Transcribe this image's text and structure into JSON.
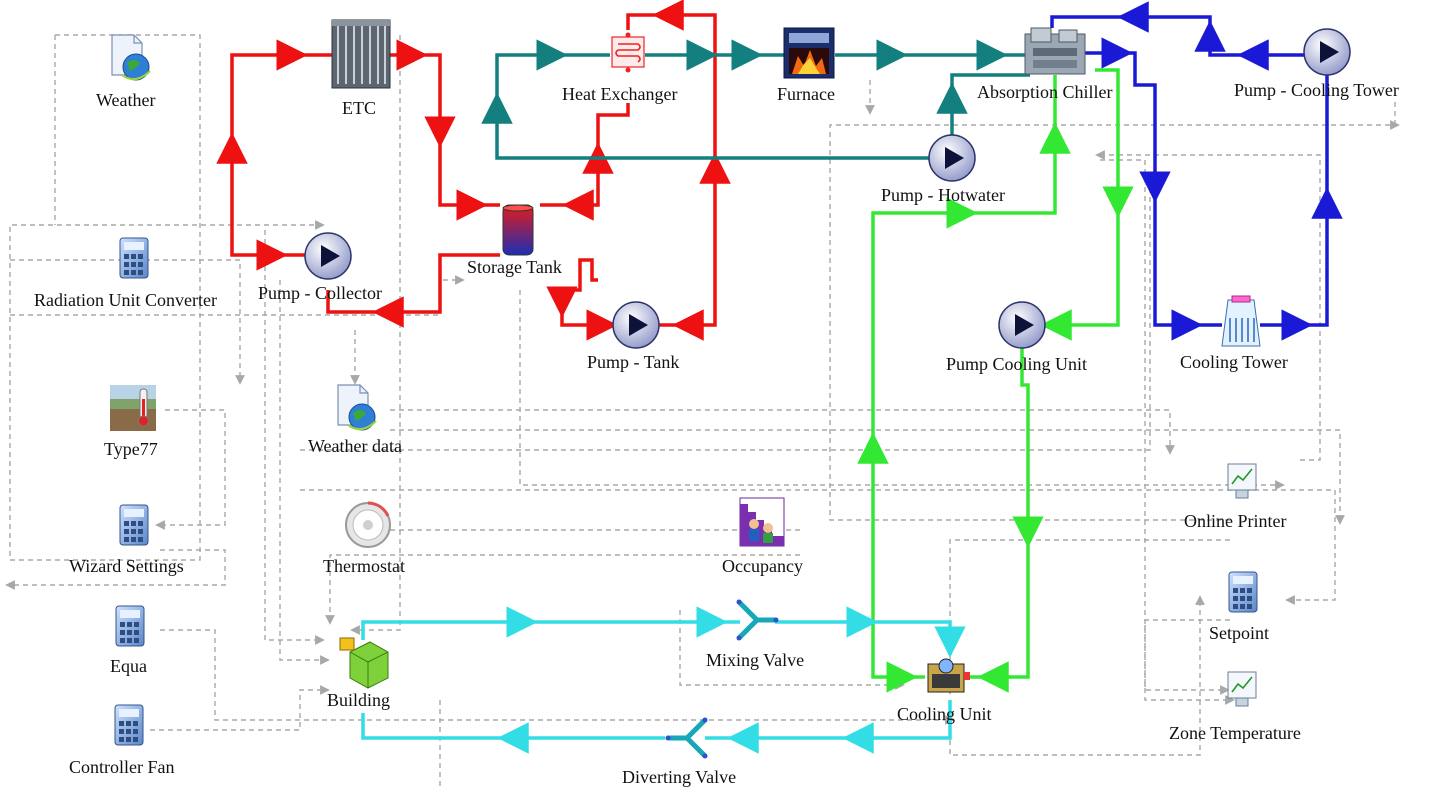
{
  "components": {
    "weather": "Weather",
    "etc": "ETC",
    "heat_exchanger": "Heat Exchanger",
    "furnace": "Furnace",
    "absorption_chiller": "Absorption Chiller",
    "pump_cooling_tower": "Pump - Cooling Tower",
    "radiation_unit_converter": "Radiation Unit Converter",
    "pump_collector": "Pump - Collector",
    "storage_tank": "Storage Tank",
    "pump_hotwater": "Pump - Hotwater",
    "pump_tank": "Pump - Tank",
    "pump_cooling_unit": "Pump Cooling Unit",
    "cooling_tower": "Cooling Tower",
    "type77": "Type77",
    "weather_data": "Weather data",
    "wizard_settings": "Wizard Settings",
    "thermostat": "Thermostat",
    "occupancy": "Occupancy",
    "online_printer": "Online Printer",
    "setpoint": "Setpoint",
    "equa": "Equa",
    "mixing_valve": "Mixing Valve",
    "building": "Building",
    "cooling_unit": "Cooling Unit",
    "zone_temperature": "Zone Temperature",
    "controller_fan": "Controller Fan",
    "diverting_valve": "Diverting Valve"
  },
  "colors": {
    "solar_loop": "#ee1111",
    "hot_water_loop": "#137f7f",
    "cooling_tower_loop": "#1a1ad6",
    "chilled_loop": "#33e833",
    "building_loop": "#33dde6",
    "control_link": "#a8a8a8"
  }
}
